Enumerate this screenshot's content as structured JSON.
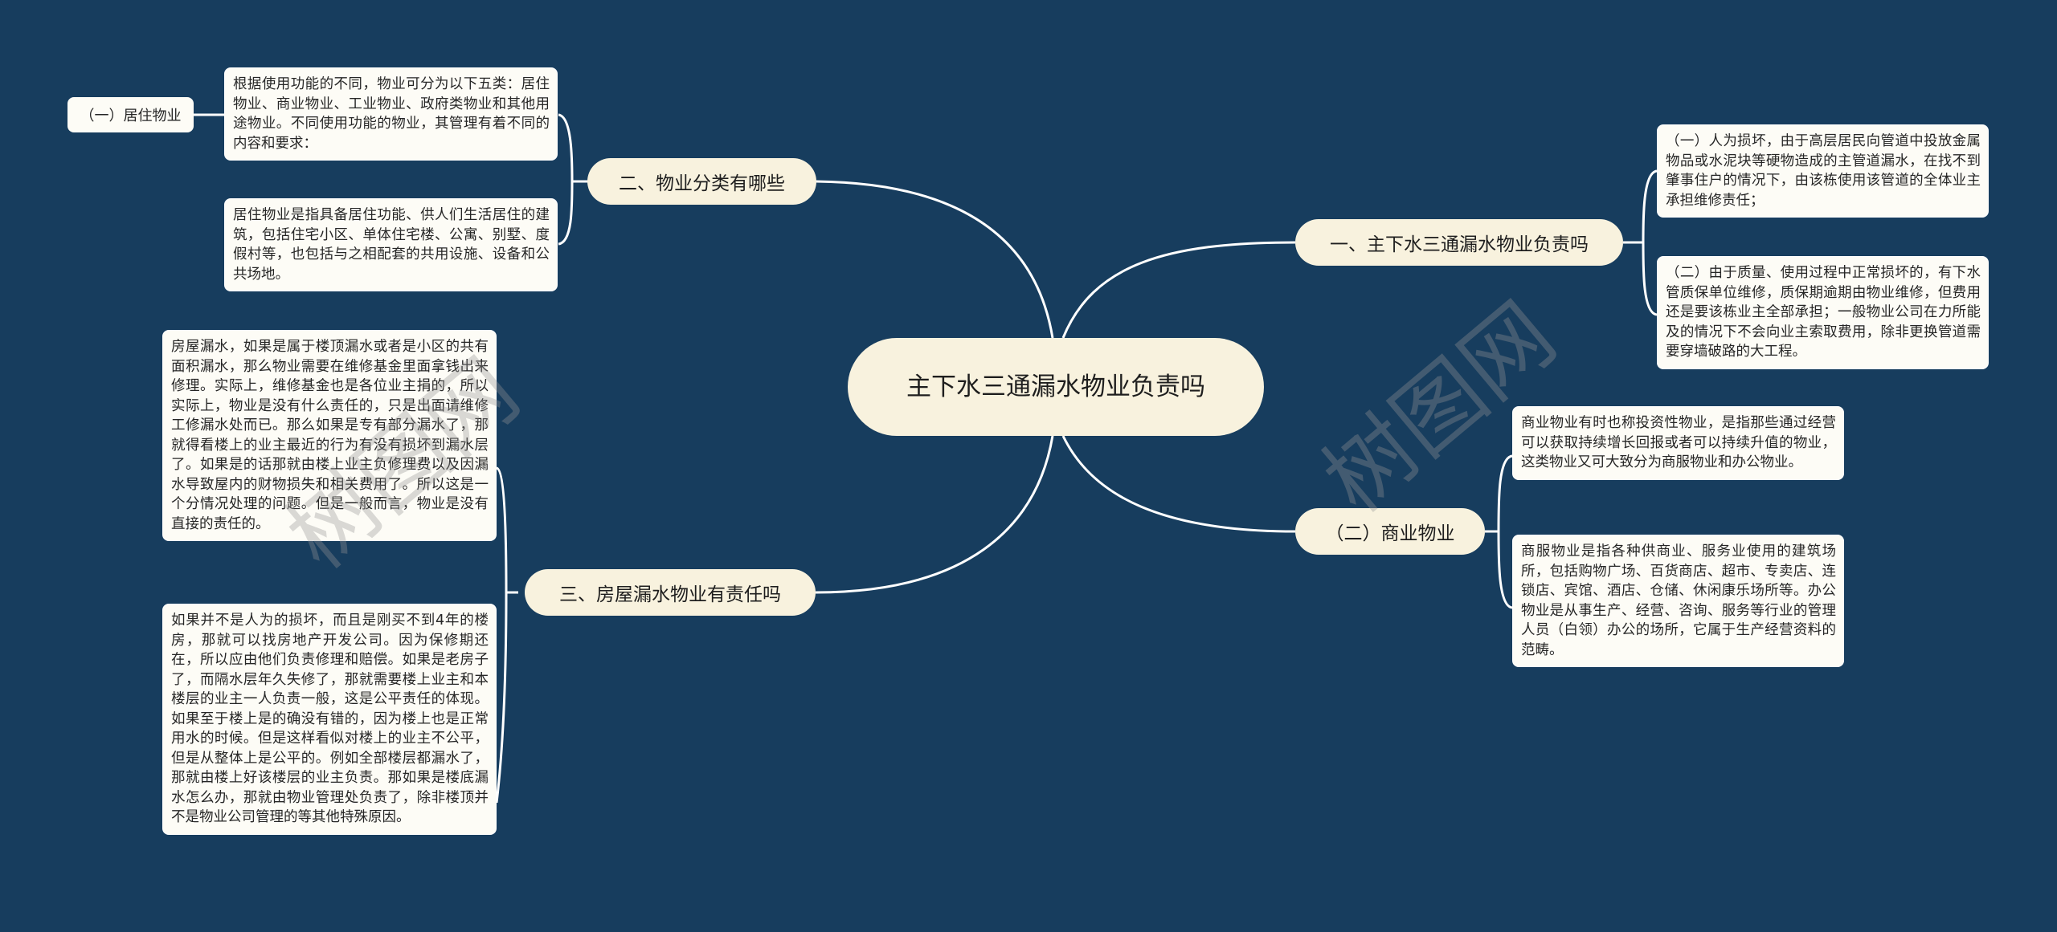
{
  "root": {
    "title": "主下水三通漏水物业负责吗"
  },
  "branches": {
    "b1": {
      "label": "一、主下水三通漏水物业负责吗",
      "children": [
        "（一）人为损坏，由于高层居民向管道中投放金属物品或水泥块等硬物造成的主管道漏水，在找不到肇事住户的情况下，由该栋使用该管道的全体业主承担维修责任；",
        "（二）由于质量、使用过程中正常损坏的，有下水管质保单位维修，质保期逾期由物业维修，但费用还是要该栋业主全部承担；一般物业公司在力所能及的情况下不会向业主索取费用，除非更换管道需要穿墙破路的大工程。"
      ]
    },
    "b2": {
      "label": "二、物业分类有哪些",
      "children": [
        "根据使用功能的不同，物业可分为以下五类：居住物业、商业物业、工业物业、政府类物业和其他用途物业。不同使用功能的物业，其管理有着不同的内容和要求：",
        "居住物业是指具备居住功能、供人们生活居住的建筑，包括住宅小区、单体住宅楼、公寓、别墅、度假村等，也包括与之相配套的共用设施、设备和公共场地。"
      ],
      "sub_label": "（一）居住物业"
    },
    "b3": {
      "label": "三、房屋漏水物业有责任吗",
      "children": [
        "房屋漏水，如果是属于楼顶漏水或者是小区的共有面积漏水，那么物业需要在维修基金里面拿钱出来修理。实际上，维修基金也是各位业主捐的，所以实际上，物业是没有什么责任的，只是出面请维修工修漏水处而已。那么如果是专有部分漏水了，那就得看楼上的业主最近的行为有没有损坏到漏水层了。如果是的话那就由楼上业主负修理费以及因漏水导致屋内的财物损失和相关费用了。所以这是一个分情况处理的问题。但是一般而言，物业是没有直接的责任的。",
        "如果并不是人为的损坏，而且是刚买不到4年的楼房，那就可以找房地产开发公司。因为保修期还在，所以应由他们负责修理和赔偿。如果是老房子了，而隔水层年久失修了，那就需要楼上业主和本楼层的业主一人负责一般，这是公平责任的体现。如果至于楼上是的确没有错的，因为楼上也是正常用水的时候。但是这样看似对楼上的业主不公平，但是从整体上是公平的。例如全部楼层都漏水了，那就由楼上好该楼层的业主负责。那如果是楼底漏水怎么办，那就由物业管理处负责了，除非楼顶并不是物业公司管理的等其他特殊原因。"
      ]
    },
    "b4": {
      "label": "（二）商业物业",
      "children": [
        "商业物业有时也称投资性物业，是指那些通过经营可以获取持续增长回报或者可以持续升值的物业，这类物业又可大致分为商服物业和办公物业。",
        "商服物业是指各种供商业、服务业使用的建筑场所，包括购物广场、百货商店、超市、专卖店、连锁店、宾馆、酒店、仓储、休闲康乐场所等。办公物业是从事生产、经营、咨询、服务等行业的管理人员（白领）办公的场所，它属于生产经营资料的范畴。"
      ]
    }
  },
  "watermark": {
    "text": "树图网"
  },
  "colors": {
    "background": "#173d5e",
    "node_fill": "#f8f2de",
    "leaf_fill": "#fdfcf6",
    "connector": "#ffffff"
  }
}
